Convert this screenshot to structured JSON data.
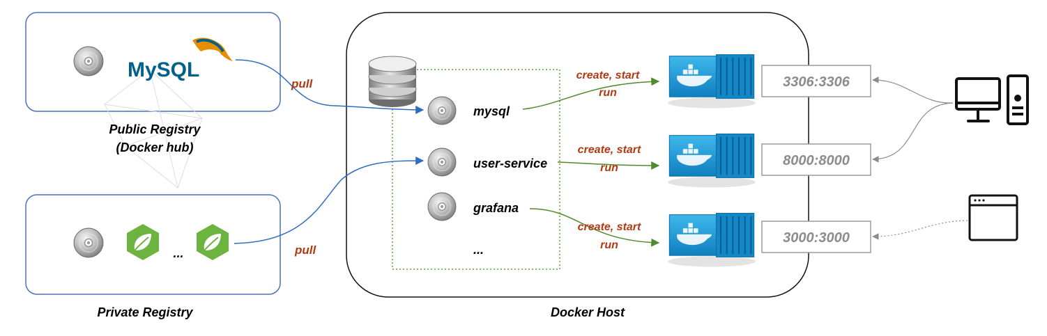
{
  "public_registry": {
    "title_line1": "Public Registry",
    "title_line2": "(Docker hub)",
    "logo_text": "MySQL"
  },
  "private_registry": {
    "title": "Private Registry",
    "ellipsis": "..."
  },
  "docker_host": {
    "title": "Docker Host",
    "images": [
      "mysql",
      "user-service",
      "grafana",
      "..."
    ]
  },
  "pull_label": "pull",
  "action_labels": {
    "line1": "create, start",
    "line2": "run"
  },
  "port_mappings": [
    "3306:3306",
    "8000:8000",
    "3000:3000"
  ],
  "colors": {
    "registry_border": "#4a72b8",
    "pull_arrow": "#2e6cc0",
    "run_arrow": "#4f8a2c",
    "action_text": "#b03a12",
    "port_text": "#8c8c8c",
    "dotted_group": "#5aa040",
    "spring_green": "#6db33f",
    "docker_blue": "#1b9ad8"
  }
}
